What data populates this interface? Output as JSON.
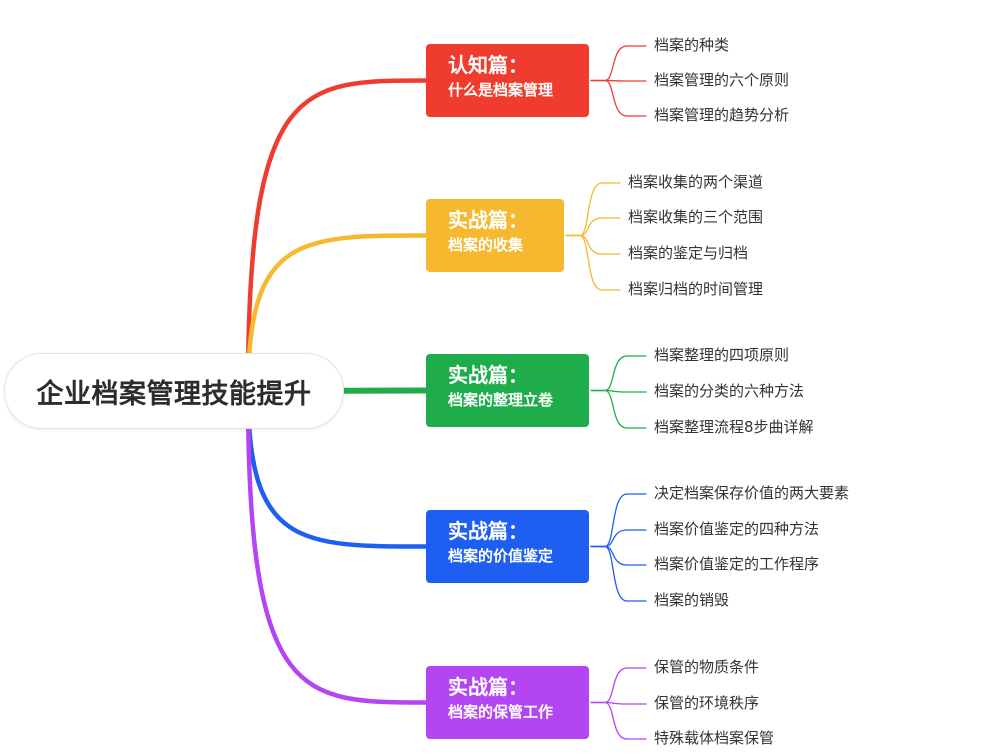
{
  "root": {
    "label": "企业档案管理技能提升"
  },
  "branches": [
    {
      "title": "认知篇：",
      "subtitle": "什么是档案管理",
      "color": "#f03c2e",
      "leaves": [
        "档案的种类",
        "档案管理的六个原则",
        "档案管理的趋势分析"
      ]
    },
    {
      "title": "实战篇：",
      "subtitle": "档案的收集",
      "color": "#f5b82e",
      "leaves": [
        "档案收集的两个渠道",
        "档案收集的三个范围",
        "档案的鉴定与归档",
        "档案归档的时间管理"
      ]
    },
    {
      "title": "实战篇：",
      "subtitle": "档案的整理立卷",
      "color": "#1fad4b",
      "leaves": [
        "档案整理的四项原则",
        "档案的分类的六种方法",
        "档案整理流程8步曲详解"
      ]
    },
    {
      "title": "实战篇：",
      "subtitle": "档案的价值鉴定",
      "color": "#1e5ef0",
      "leaves": [
        "决定档案保存价值的两大要素",
        "档案价值鉴定的四种方法",
        "档案价值鉴定的工作程序",
        "档案的销毁"
      ]
    },
    {
      "title": "实战篇：",
      "subtitle": "档案的保管工作",
      "color": "#b445f2",
      "leaves": [
        "保管的物质条件",
        "保管的环境秩序",
        "特殊载体档案保管"
      ]
    }
  ]
}
